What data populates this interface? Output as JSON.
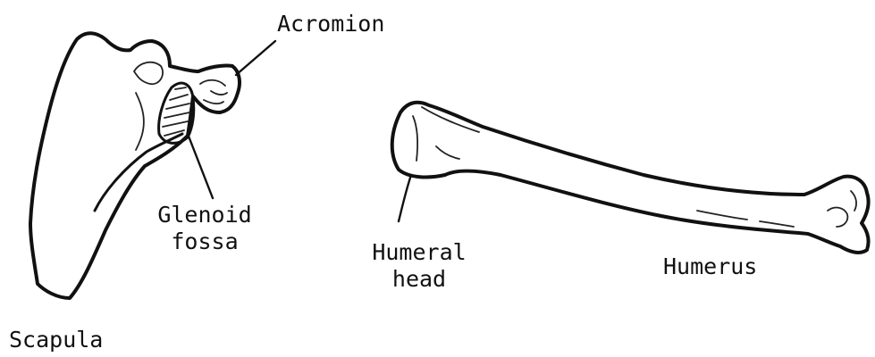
{
  "labels": {
    "acromion": "Acromion",
    "glenoid_line1": "Glenoid",
    "glenoid_line2": "fossa",
    "humeral_line1": "Humeral",
    "humeral_line2": "head",
    "humerus": "Humerus",
    "scapula": "Scapula"
  }
}
